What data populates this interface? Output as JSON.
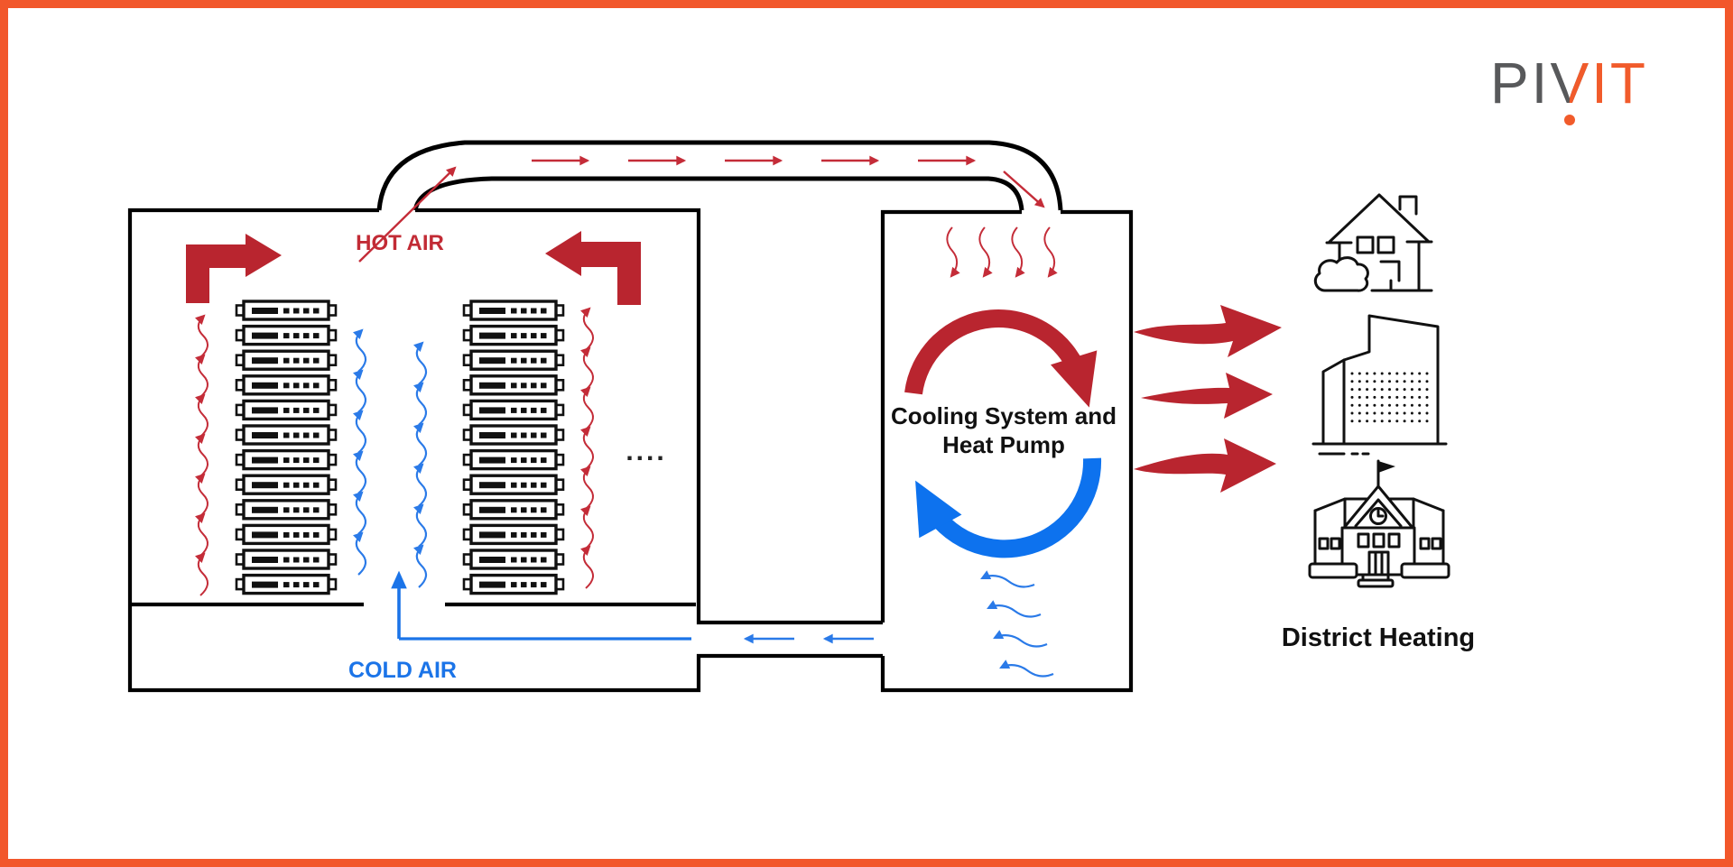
{
  "brand": {
    "logo_part_gray": "PI",
    "logo_split_letter": "V",
    "logo_part_orange": "IT",
    "logo_gray_color": "#58595B",
    "logo_orange_color": "#F15B2B"
  },
  "colors": {
    "frame_orange": "#F2572B",
    "hot_red_thick": "#B9252F",
    "hot_red_thin": "#C42C38",
    "hot_text_red": "#C22B35",
    "cold_blue_thick": "#0D72EE",
    "cold_blue_thin": "#2A7AE8",
    "cold_text_blue": "#1B74E8",
    "line_black": "#000000"
  },
  "labels": {
    "hot_air": "HOT AIR",
    "cold_air": "COLD AIR",
    "cooling_line1": "Cooling System and",
    "cooling_line2": "Heat Pump",
    "district_heating": "District Heating",
    "more_racks": "...."
  },
  "diagram": {
    "racks_per_column": 12,
    "rack_columns": 2,
    "hot_wisps_per_side": 7,
    "cold_wisps_per_column": 6,
    "pipe_flow_arrows": 5,
    "intake_wisps": 4,
    "return_wisps": 4,
    "duct_flow_arrows": 2,
    "district_supply_arrows": 3,
    "office_window_dot_rows": 7,
    "office_window_dot_cols": 11,
    "icons": [
      "house-icon",
      "office-buildings-icon",
      "school-icon"
    ]
  }
}
